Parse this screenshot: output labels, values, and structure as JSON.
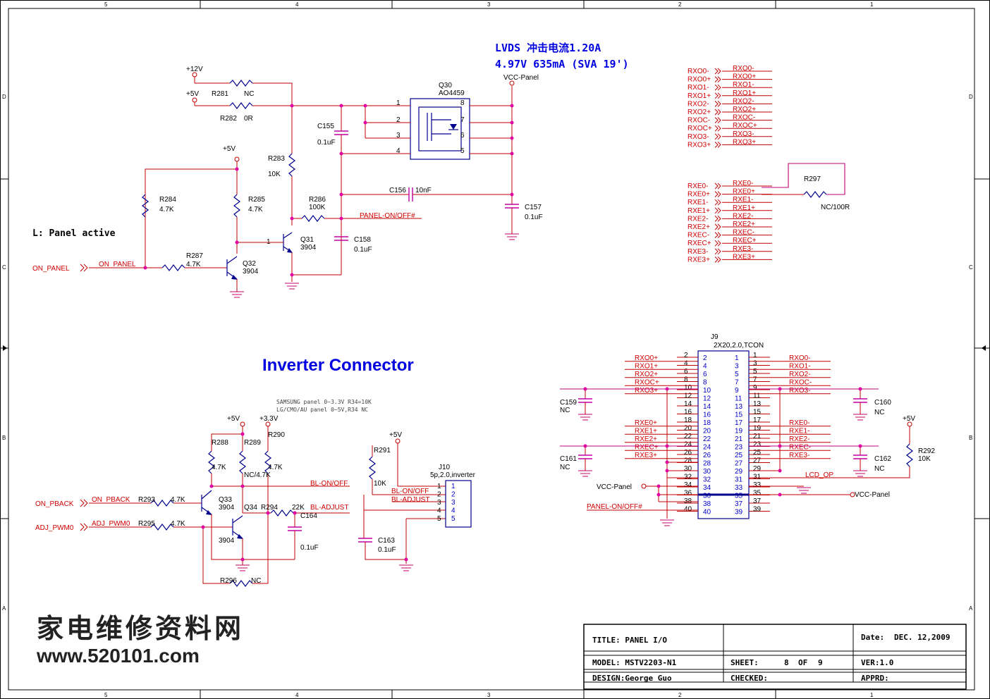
{
  "grid": {
    "top_numbers": [
      "5",
      "4",
      "3",
      "2",
      "1"
    ],
    "bottom_numbers": [
      "5",
      "4",
      "3",
      "2",
      "1"
    ],
    "side_letters": [
      "D",
      "C",
      "B",
      "A"
    ]
  },
  "header_note": {
    "line1": "LVDS 冲击电流1.20A",
    "line2": "4.97V 635mA (SVA 19')"
  },
  "panel_power": {
    "rail_12v": "+12V",
    "rail_5v": "+5V",
    "rail_5v_b": "+5V",
    "r281": "R281",
    "r281_val": "NC",
    "r282": "R282",
    "r282_val": "0R",
    "q30": "Q30",
    "q30_part": "AO4459",
    "vcc_panel": "VCC-Panel",
    "q30_pins": [
      "1",
      "2",
      "3",
      "4",
      "8",
      "7",
      "6",
      "5"
    ],
    "c155": "C155",
    "c155_val": "0.1uF",
    "r283": "R283",
    "r283_val": "10K",
    "c156": "C156",
    "c156_val": "10nF",
    "c157": "C157",
    "c157_val": "0.1uF",
    "r284": "R284",
    "r284_val": "4.7K",
    "r285": "R285",
    "r285_val": "4.7K",
    "r286": "R286",
    "r286_val": "100K",
    "panel_onoff": "PANEL-ON/OFF#",
    "note": "L:  Panel active",
    "q31": "Q31",
    "q31_val": "3904",
    "c158": "C158",
    "c158_val": "0.1uF",
    "r287": "R287",
    "r287_val": "4.7K",
    "q32": "Q32",
    "q32_val": "3904",
    "on_panel_port": "ON_PANEL",
    "on_panel_net": "ON_PANEL",
    "pin_1": "1",
    "pin_2": "2",
    "pin_3": "3"
  },
  "lvds_odd": {
    "ports": [
      "RXO0-",
      "RXO0+",
      "RXO1-",
      "RXO1+",
      "RXO2-",
      "RXO2+",
      "RXOC-",
      "RXOC+",
      "RXO3-",
      "RXO3+"
    ],
    "nets": [
      "RXO0-",
      "RXO0+",
      "RXO1-",
      "RXO1+",
      "RXO2-",
      "RXO2+",
      "RXOC-",
      "RXOC+",
      "RXO3-",
      "RXO3+"
    ]
  },
  "lvds_even": {
    "ports": [
      "RXE0-",
      "RXE0+",
      "RXE1-",
      "RXE1+",
      "RXE2-",
      "RXE2+",
      "RXEC-",
      "RXEC+",
      "RXE3-",
      "RXE3+"
    ],
    "nets": [
      "RXE0-",
      "RXE0+",
      "RXE1-",
      "RXE1+",
      "RXE2-",
      "RXE2+",
      "RXEC-",
      "RXEC+",
      "RXE3-",
      "RXE3+"
    ],
    "r297": "R297",
    "r297_val": "NC/100R"
  },
  "inverter": {
    "title": "Inverter Connector",
    "note1": "SAMSUNG panel 0~3.3V R34=10K",
    "note2": "LG/CMO/AU panel 0~5V,R34 NC",
    "rail_5v": "+5V",
    "rail_33v": "+3.3V",
    "rail_5v_b": "+5V",
    "r288": "R288",
    "r288_val": "4.7K",
    "r289": "R289",
    "r289_val": "NC/4.7K",
    "r290": "R290",
    "r290_val": "4.7K",
    "r291": "R291",
    "r291_val": "10K",
    "bl_onoff": "BL-ON/OFF",
    "bl_adjust": "BL-ADJUST",
    "on_pback_port": "ON_PBACK",
    "on_pback_net": "ON_PBACK",
    "r293": "R293",
    "r293_val": "4.7K",
    "q33": "Q33",
    "q33_val": "3904",
    "q34": "Q34",
    "r294": "R294",
    "r294_val": "22K",
    "c164": "C164",
    "c164_val": "0.1uF",
    "adj_pwm_port": "ADJ_PWM0",
    "adj_pwm_net": "ADJ_PWM0",
    "r295": "R295",
    "r295_val": "4.7K",
    "q34_val": "3904",
    "r296": "R296",
    "r296_val": "NC",
    "j10": "J10",
    "j10_desc": "5p,2.0,inverter",
    "j10_net1": "BL-ON/OFF",
    "j10_net2": "BL-ADJUST",
    "j10_pins": [
      "1",
      "2",
      "3",
      "4",
      "5"
    ],
    "c163": "C163",
    "c163_val": "0.1uF",
    "pin_1": "1",
    "pin_2": "2",
    "pin_3": "3"
  },
  "tcon": {
    "ref": "J9",
    "desc": "2X20,2.0,TCON",
    "left_nets": [
      "RXO0+",
      "RXO1+",
      "RXO2+",
      "RXOC+",
      "RXO3+",
      "RXE0+",
      "RXE1+",
      "RXE2+",
      "RXEC+",
      "RXE3+"
    ],
    "right_nets": [
      "RXO0-",
      "RXO1-",
      "RXO2-",
      "RXOC-",
      "RXO3-",
      "RXE0-",
      "RXE1-",
      "RXE2-",
      "RXEC-",
      "RXE3-"
    ],
    "even_pins": [
      "2",
      "4",
      "6",
      "8",
      "10",
      "12",
      "14",
      "16",
      "18",
      "20",
      "22",
      "24",
      "26",
      "28",
      "30",
      "32",
      "34",
      "36",
      "38",
      "40"
    ],
    "odd_pins": [
      "1",
      "3",
      "5",
      "7",
      "9",
      "11",
      "13",
      "15",
      "17",
      "19",
      "21",
      "23",
      "25",
      "27",
      "29",
      "31",
      "33",
      "35",
      "37",
      "39"
    ],
    "c159": "C159",
    "c159_val": "NC",
    "c160": "C160",
    "c160_val": "NC",
    "c161": "C161",
    "c161_val": "NC",
    "c162": "C162",
    "c162_val": "NC",
    "rail_5v": "+5V",
    "r292": "R292",
    "r292_val": "10K",
    "lcd_op": "LCD_OP",
    "vcc_left": "VCC-Panel",
    "vcc_right": "VCC-Panel",
    "panel_onoff": "PANEL-ON/OFF#"
  },
  "watermark": {
    "line1": "家电维修资料网",
    "line2": "www.520101.com"
  },
  "title_block": {
    "title": "TITLE: PANEL I/O",
    "date_label": "Date:",
    "date_value": "DEC. 12,2009",
    "model": "MODEL: MSTV2203-N1",
    "sheet": "SHEET:",
    "sheet_num": "8",
    "of": "OF",
    "sheet_total": "9",
    "ver": "VER:1.0",
    "design": "DESIGN:George Guo",
    "checked": "CHECKED:",
    "apprd": "APPRD:"
  }
}
